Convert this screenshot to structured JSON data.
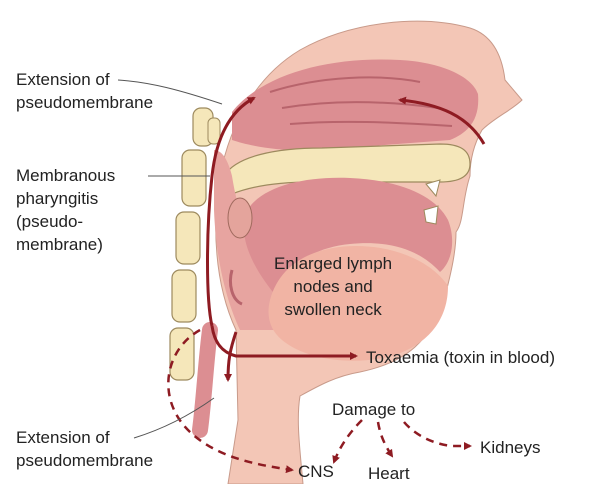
{
  "labels": {
    "extension_top_line1": "Extension of",
    "extension_top_line2": "pseudomembrane",
    "membranous_line1": "Membranous",
    "membranous_line2": "pharyngitis",
    "membranous_line3": "(pseudo-",
    "membranous_line4": "membrane)",
    "enlarged_line1": "Enlarged lymph",
    "enlarged_line2": "nodes and",
    "enlarged_line3": "swollen neck",
    "toxaemia": "Toxaemia (toxin in blood)",
    "damage_to": "Damage to",
    "kidneys": "Kidneys",
    "cns": "CNS",
    "heart": "Heart",
    "extension_bottom_line1": "Extension of",
    "extension_bottom_line2": "pseudomembrane"
  },
  "colors": {
    "skin": "#f3c6b6",
    "tissue": "#e7a4a0",
    "cavity": "#dc8e92",
    "bone": "#f5e7ba",
    "bone_outline": "#9d8a5e",
    "arrow": "#8e1b22",
    "leader": "#555555"
  }
}
